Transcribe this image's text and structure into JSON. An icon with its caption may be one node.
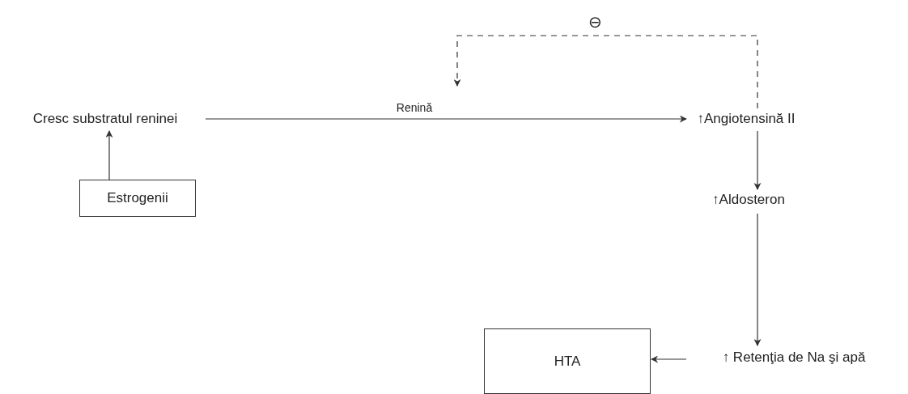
{
  "diagram": {
    "nodes": [
      {
        "text": [
          "Cresc substratul reninei"
        ]
      },
      {
        "text": [
          "Estrogenii"
        ]
      },
      {
        "text": [
          "↑Angiotensină II"
        ]
      },
      {
        "text": [
          "↑Aldosteron"
        ]
      },
      {
        "text": [
          "↑ Retenţia de Na şi apă"
        ]
      },
      {
        "text": [
          "HTA"
        ]
      }
    ],
    "edges": [
      {
        "from": 1,
        "to": 0,
        "arrow": "to"
      },
      {
        "from": 0,
        "to": 2,
        "arrow": "to",
        "label": "Renină"
      },
      {
        "from": 2,
        "to": null,
        "arrow": "to",
        "style": "dashed",
        "label": "⊖"
      },
      {
        "from": 2,
        "to": 3,
        "arrow": "to"
      },
      {
        "from": 3,
        "to": 4,
        "arrow": "to"
      },
      {
        "from": 4,
        "to": 5,
        "arrow": "to"
      }
    ]
  }
}
